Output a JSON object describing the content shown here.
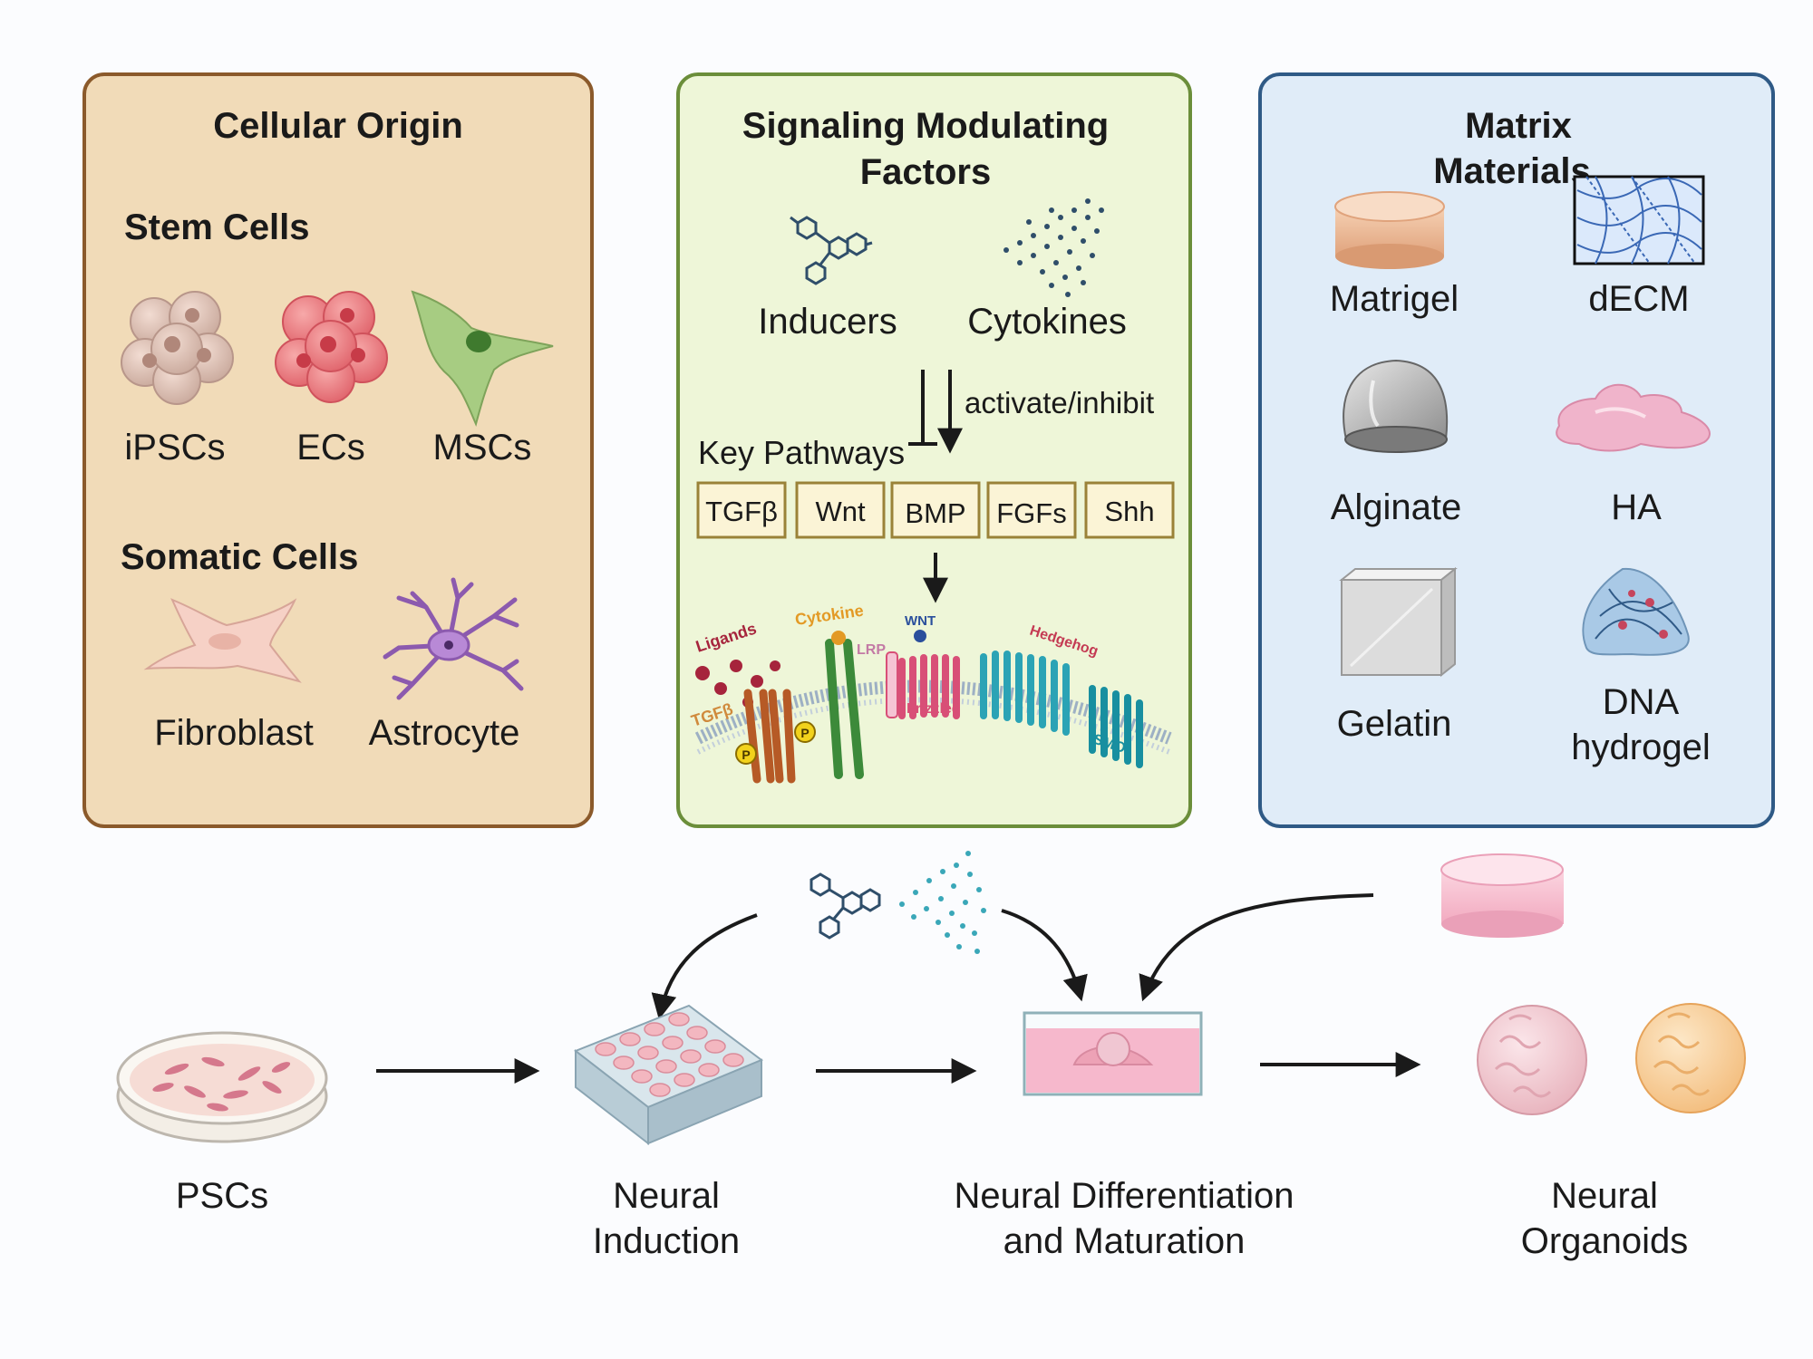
{
  "panels": {
    "cellular_origin": {
      "title": "Cellular Origin",
      "stem_heading": "Stem Cells",
      "stem_cells": [
        "iPSCs",
        "ECs",
        "MSCs"
      ],
      "somatic_heading": "Somatic Cells",
      "somatic_cells": [
        "Fibroblast",
        "Astrocyte"
      ],
      "fill": "#f1dbb8",
      "border": "#8b5a2b"
    },
    "signaling": {
      "title_line1": "Signaling Modulating",
      "title_line2": "Factors",
      "inducers": "Inducers",
      "cytokines": "Cytokines",
      "activate_label": "activate/inhibit",
      "pathways_label": "Key Pathways",
      "pathways": [
        "TGFβ",
        "Wnt",
        "BMP",
        "FGFs",
        "Shh"
      ],
      "membrane_labels": {
        "ligands": "Ligands",
        "tgfb": "TGFβ",
        "cytokine": "Cytokine",
        "lrp": "LRP",
        "wnt": "WNT",
        "frizzled": "Frizzled",
        "hedgehog": "Hedgehog",
        "smo": "SMO",
        "p": "P"
      },
      "fill": "#eef6d8",
      "border": "#6b8e3a"
    },
    "matrix": {
      "title_line1": "Matrix",
      "title_line2": "Materials",
      "materials": [
        "Matrigel",
        "dECM",
        "Alginate",
        "HA",
        "Gelatin"
      ],
      "dna_line1": "DNA",
      "dna_line2": "hydrogel",
      "fill": "#e0ecf8",
      "border": "#2f5a86"
    }
  },
  "workflow": {
    "psc": "PSCs",
    "induction_line1": "Neural",
    "induction_line2": "Induction",
    "diff_line1": "Neural Differentiation",
    "diff_line2": "and Maturation",
    "organoid_line1": "Neural",
    "organoid_line2": "Organoids"
  }
}
